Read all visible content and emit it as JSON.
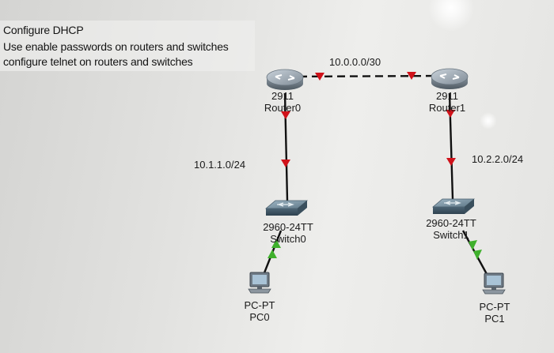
{
  "notes": [
    "Configure DHCP",
    "Use enable passwords on routers and switches",
    "configure telnet on routers and switches"
  ],
  "networks": {
    "wan": "10.0.0.0/30",
    "lan0": "10.1.1.0/24",
    "lan1": "10.2.2.0/24"
  },
  "devices": {
    "router0": {
      "model": "2911",
      "name": "Router0"
    },
    "router1": {
      "model": "2911",
      "name": "Router1"
    },
    "switch0": {
      "model": "2960-24TT",
      "name": "Switch0"
    },
    "switch1": {
      "model": "2960-24TT",
      "name": "Switch1"
    },
    "pc0": {
      "model": "PC-PT",
      "name": "PC0"
    },
    "pc1": {
      "model": "PC-PT",
      "name": "PC1"
    }
  },
  "colors": {
    "cable": "#111111",
    "link_down": "#d0121a",
    "link_up": "#3fb02c"
  },
  "icons": {
    "router": "router-icon",
    "switch": "switch-icon",
    "pc": "pc-icon"
  }
}
